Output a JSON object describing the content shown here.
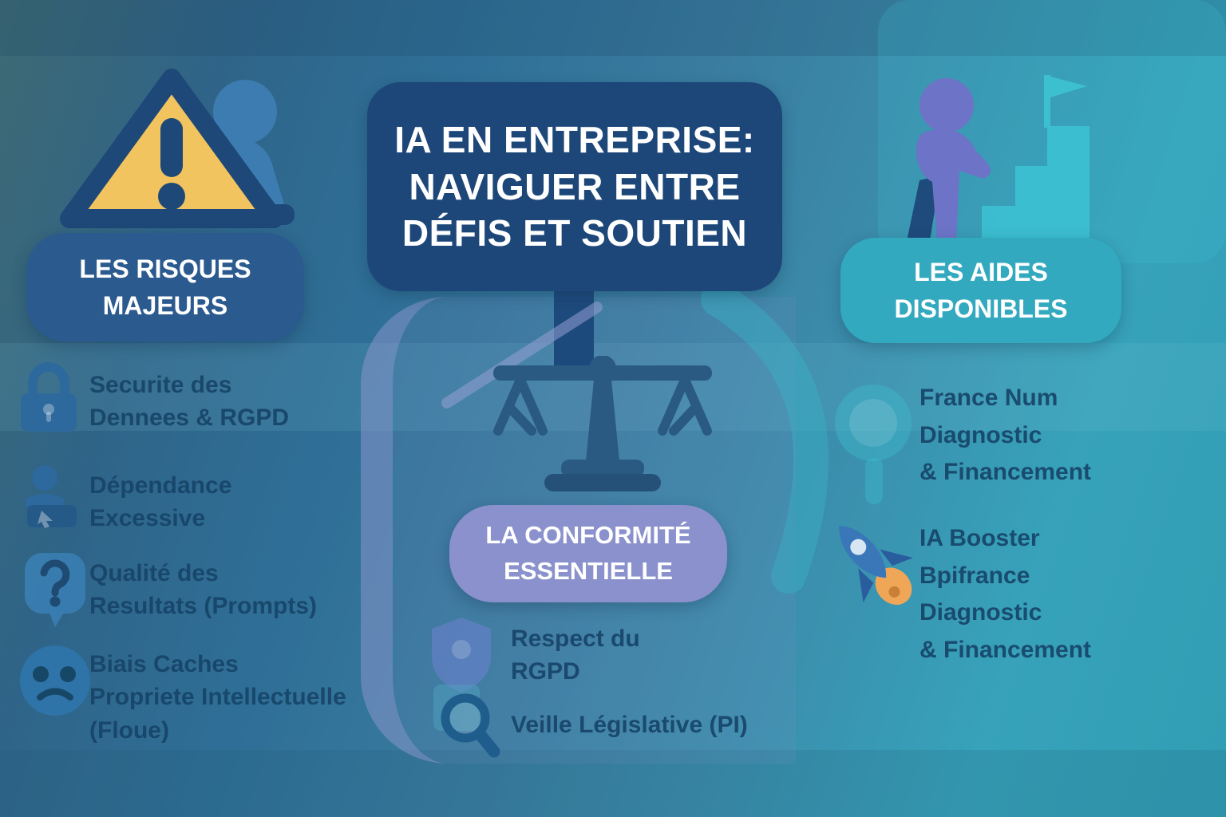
{
  "title": {
    "lines": [
      "IA EN ENTREPRISE:",
      "NAVIGUER ENTRE",
      "DÉFIS ET SOUTIEN"
    ]
  },
  "risks": {
    "header_lines": [
      "LES RISQUES",
      "MAJEURS"
    ],
    "items": [
      {
        "icon": "lock-icon",
        "lines": [
          "Securite des",
          "Dennees & RGPD"
        ]
      },
      {
        "icon": "person-laptop-icon",
        "lines": [
          "Dépendance",
          "Excessive"
        ]
      },
      {
        "icon": "question-bubble-icon",
        "lines": [
          "Qualité des",
          "Resultats (Prompts)"
        ]
      },
      {
        "icon": "sad-face-icon",
        "lines": [
          "Biais Caches",
          "Propriete Intellectuelle",
          "(Floue)"
        ]
      }
    ]
  },
  "conformity": {
    "header_lines": [
      "LA CONFORMITÉ",
      "ESSENTIELLE"
    ],
    "items": [
      {
        "icon": "shield-icon",
        "lines": [
          "Respect du",
          "RGPD"
        ]
      },
      {
        "icon": "magnifier-icon",
        "lines": [
          "Veille Législative (PI)"
        ]
      }
    ]
  },
  "aids": {
    "header_lines": [
      "LES AIDES",
      "DISPONIBLES"
    ],
    "items": [
      {
        "icon": "magnifier-faint-icon",
        "lines": [
          "France Num",
          "Diagnostic",
          "& Financement"
        ]
      },
      {
        "icon": "rocket-icon",
        "lines": [
          "IA Booster",
          "Bpifrance",
          "Diagnostic",
          "& Financement"
        ]
      }
    ]
  },
  "colors": {
    "title_box": "#1d4779",
    "risks_header_box": "#2b5a8f",
    "conformity_header_box": "#8a91cc",
    "aids_header_box": "#32a9bf",
    "warning_triangle": "#f2c45f",
    "rocket_flame": "#efa757",
    "icon_blue": "#2d699c",
    "scales_navy": "#2a5a82",
    "shield_purple": "#5f7fc2",
    "list_text": "#174468",
    "header_text": "#ffffff"
  }
}
